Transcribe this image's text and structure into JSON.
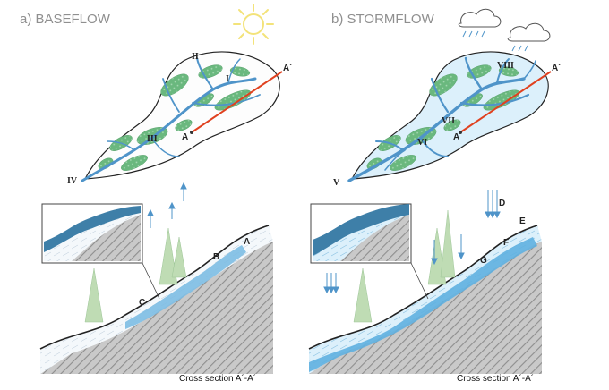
{
  "panels": [
    {
      "title": "a) BASEFLOW",
      "weather": "sun-icon",
      "roman_labels": [
        "I",
        "II",
        "III",
        "IV"
      ],
      "section_start": "A´",
      "section_end": "A",
      "profile_labels": [
        "A",
        "B",
        "C"
      ],
      "cross_section": "Cross section A´-A´"
    },
    {
      "title": "b) STORMFLOW",
      "weather": "rain-cloud-icon",
      "roman_labels": [
        "V",
        "VI",
        "VII",
        "VIII"
      ],
      "section_start": "A´",
      "section_end": "A",
      "profile_labels": [
        "D",
        "E",
        "F",
        "G"
      ],
      "cross_section": "Cross section A´-A´"
    }
  ],
  "colors": {
    "stream": "#4f94c9",
    "wet_area": "#9ed2ee",
    "vegetation": "#6ab87e",
    "section_line": "#e0411f",
    "sun": "#f3e37a",
    "bedrock": "#9a9a9a",
    "tree": "#bfdcb4"
  }
}
